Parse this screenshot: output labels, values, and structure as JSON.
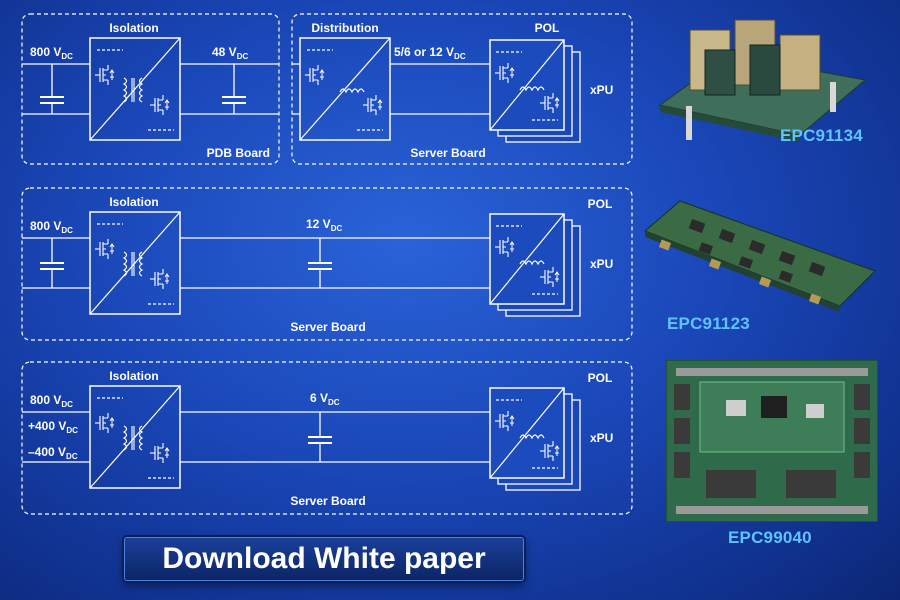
{
  "row1": {
    "in_voltage": "800 V",
    "in_sub": "DC",
    "isolation_title": "Isolation",
    "mid_voltage": "48 V",
    "mid_sub": "DC",
    "pdb_label": "PDB Board",
    "distribution_title": "Distribution",
    "dist_out_voltage": "5/6 or 12 V",
    "dist_out_sub": "DC",
    "pol_title": "POL",
    "xpu_label": "xPU",
    "server_label": "Server Board"
  },
  "row2": {
    "in_voltage": "800 V",
    "in_sub": "DC",
    "isolation_title": "Isolation",
    "bus_voltage": "12 V",
    "bus_sub": "DC",
    "pol_title": "POL",
    "xpu_label": "xPU",
    "server_label": "Server Board"
  },
  "row3": {
    "in_voltage": "800 V",
    "in_sub": "DC",
    "in2_voltage": "+400 V",
    "in2_sub": "DC",
    "in3_voltage": "–400 V",
    "in3_sub": "DC",
    "isolation_title": "Isolation",
    "bus_voltage": "6 V",
    "bus_sub": "DC",
    "pol_title": "POL",
    "xpu_label": "xPU",
    "server_label": "Server Board"
  },
  "products": [
    "EPC91134",
    "EPC91123",
    "EPC99040"
  ],
  "cta_label": "Download White paper"
}
